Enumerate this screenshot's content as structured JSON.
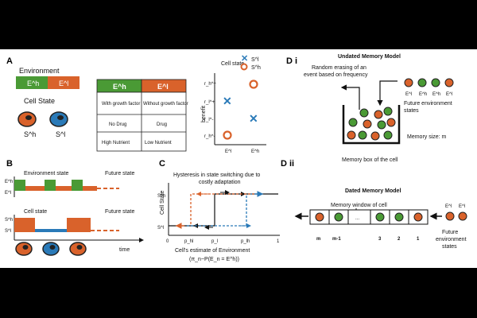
{
  "colors": {
    "green": "#4a9a35",
    "orange": "#d9622b",
    "blue": "#2a7ab8",
    "dark": "#222222"
  },
  "panelA": {
    "label": "A",
    "environment_title": "Environment",
    "env_high": "E^h",
    "env_low": "E^l",
    "cell_state_title": "Cell State",
    "state_high": "S^h",
    "state_low": "S^l",
    "table": {
      "headers": [
        "E^h",
        "E^l"
      ],
      "rows": [
        [
          "With growth factor",
          "Without growth factor"
        ],
        [
          "No Drug",
          "Drug"
        ],
        [
          "High Nutrient",
          "Low Nutrient"
        ]
      ]
    },
    "plot": {
      "legend_title": "Cell state",
      "legend": [
        "S^l",
        "S^h"
      ],
      "ylabel": "benefit",
      "yticks": [
        "r_h^+",
        "r_l^+",
        "r_l^-",
        "r_h^-"
      ],
      "xticks": [
        "E^l",
        "E^h"
      ]
    }
  },
  "panelB": {
    "label": "B",
    "env_state": "Environment state",
    "future_state": "Future state",
    "cell_state": "Cell state",
    "future_state2": "Future state",
    "time": "time",
    "y_env": [
      "E^h",
      "E^l"
    ],
    "y_cell": [
      "S^h",
      "S^l"
    ]
  },
  "panelC": {
    "label": "C",
    "title_lines": [
      "Hysteresis in state switching due to",
      "costly adaptation"
    ],
    "ylabel": "Cell State",
    "yticks": [
      "S^h",
      "S^l"
    ],
    "xticks": [
      "0",
      "p_hl",
      "p_l",
      "p_lh",
      "1"
    ],
    "xlabel": "Cell's estimate of Environment",
    "xformula": "(π_n~P(E_n = E^h))"
  },
  "panelDi": {
    "label": "D i",
    "title": "Undated Memory Model",
    "erase_text": [
      "Random erasing of an",
      "event based on frequency"
    ],
    "future_text": [
      "Future environment",
      "states"
    ],
    "env_labels": [
      "E^l",
      "E^h",
      "E^h",
      "E^l"
    ],
    "memory_size": "Memory size: m",
    "caption": "Memory box of the cell"
  },
  "panelDii": {
    "label": "D ii",
    "title": "Dated Memory Model",
    "window_label": "Memory window of cell",
    "slots": [
      "m",
      "m-1",
      "...",
      "3",
      "2",
      "1"
    ],
    "env_labels": [
      "E^l",
      "E^l"
    ],
    "future_text": [
      "Future",
      "environment",
      "states"
    ]
  }
}
